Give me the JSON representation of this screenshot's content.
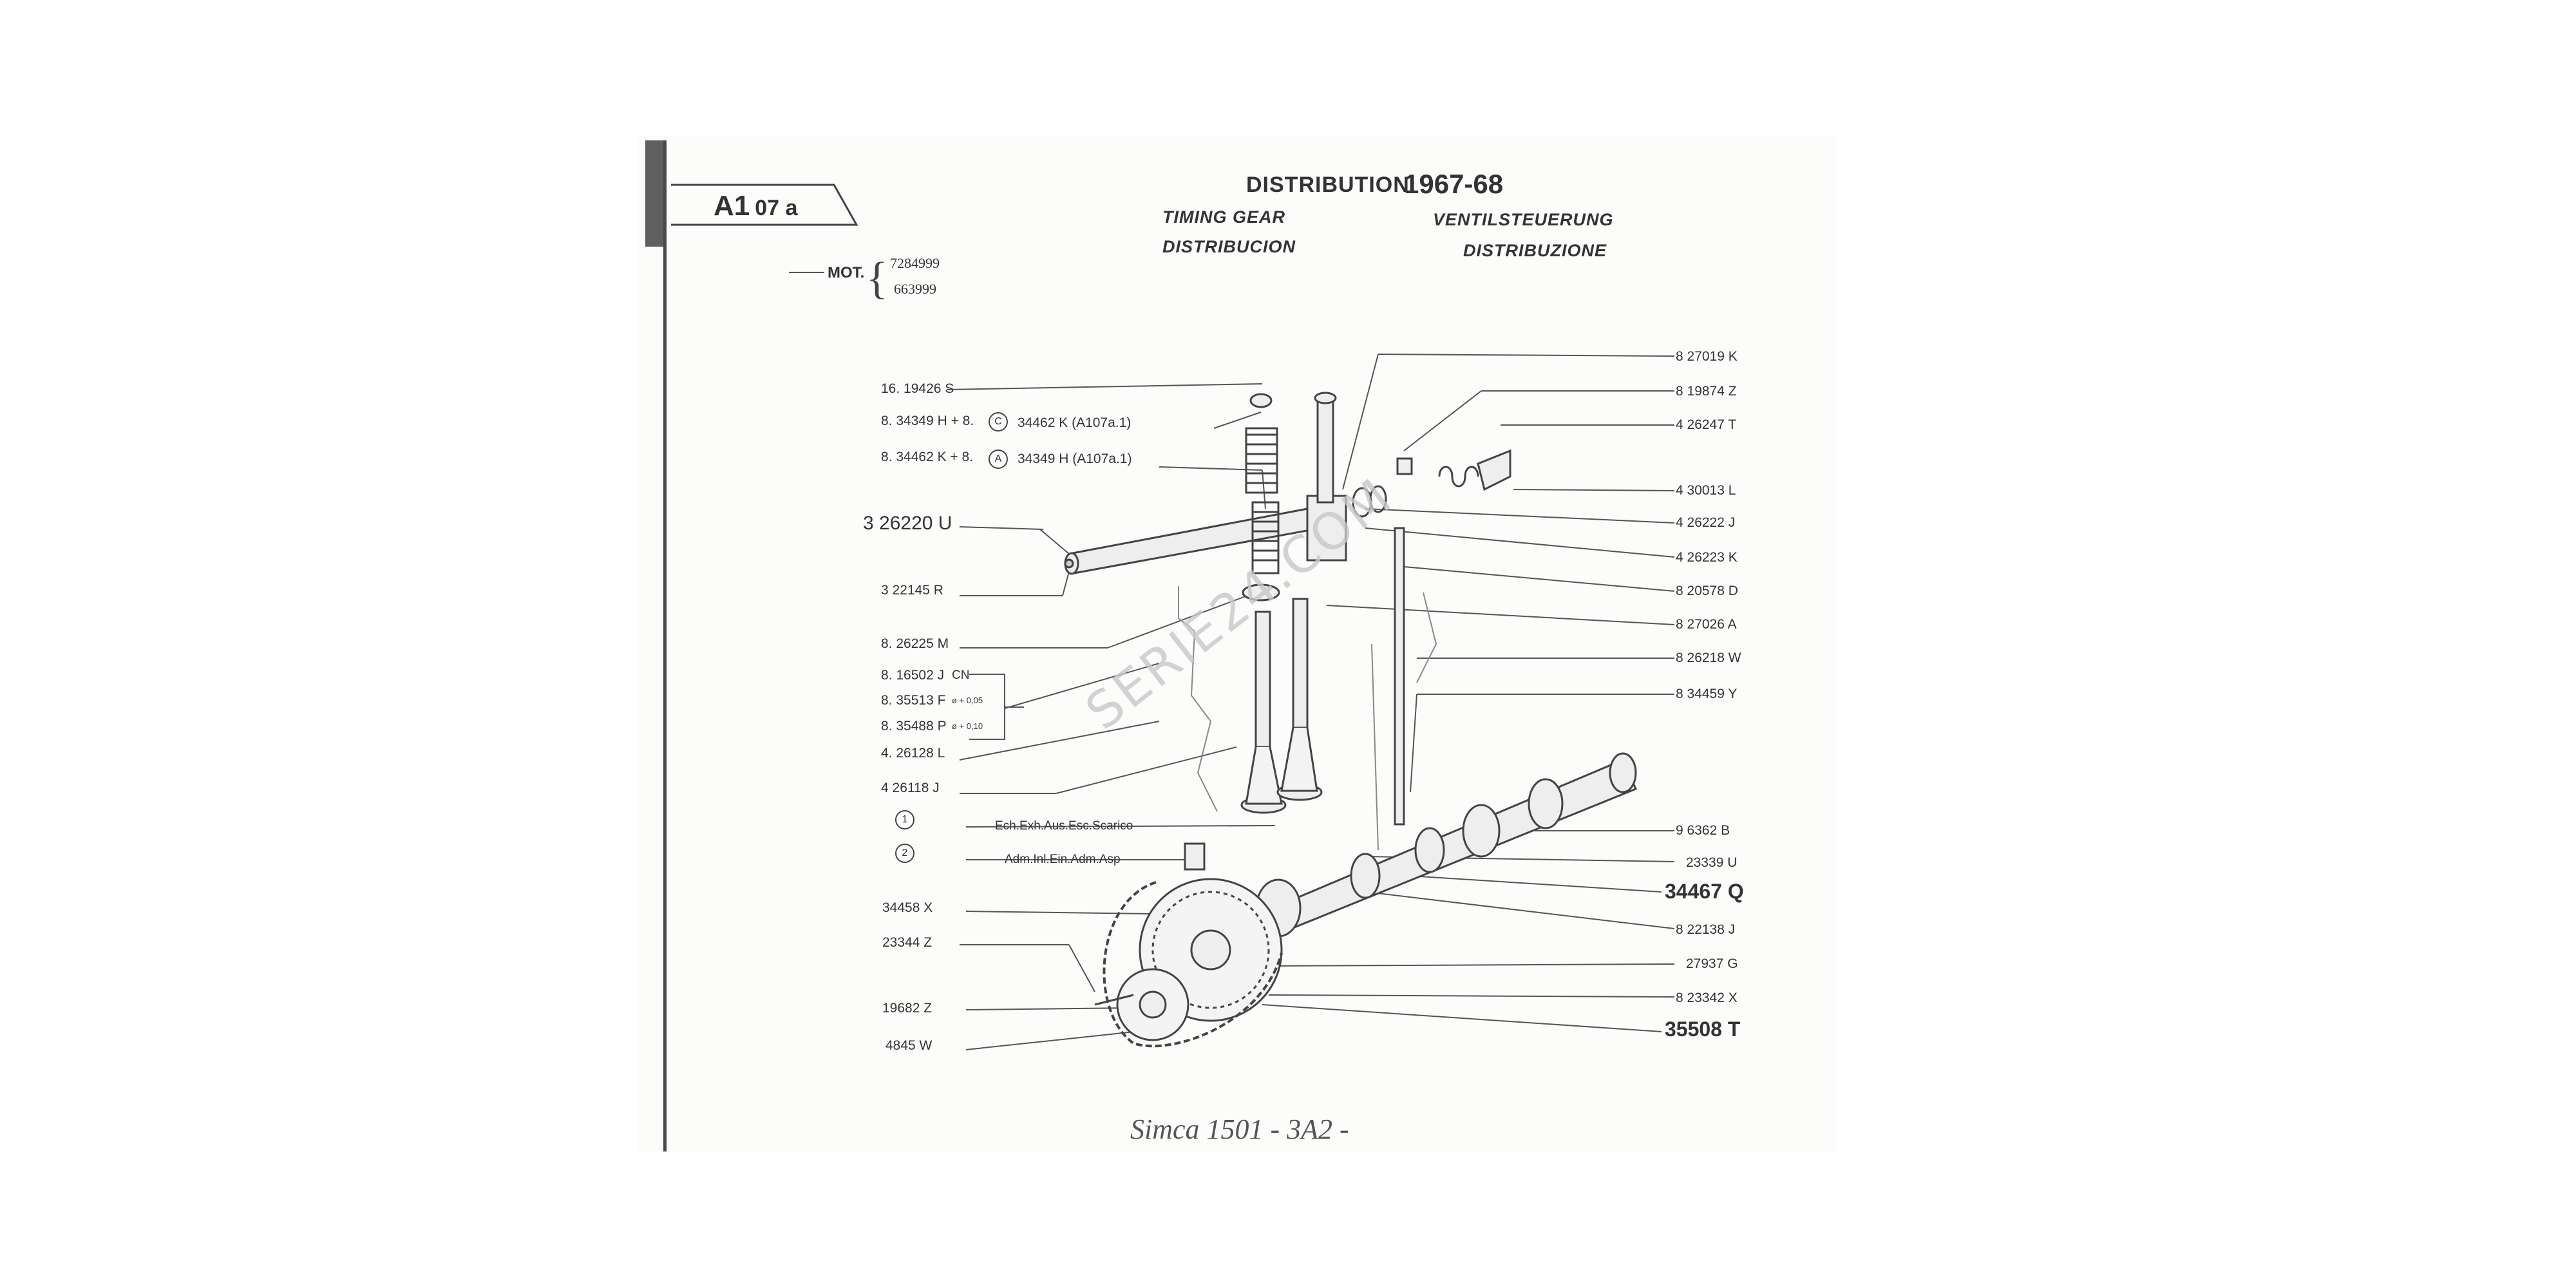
{
  "page": {
    "code": "A1",
    "code_sub": "07 a",
    "title": "DISTRIBUTION",
    "year": "1967-68",
    "titles": {
      "en": "TIMING GEAR",
      "de": "VENTILSTEUERUNG",
      "es": "DISTRIBUCION",
      "it": "DISTRIBUZIONE"
    },
    "mot_label": "MOT.",
    "mot_numbers": [
      "7284999",
      "663999"
    ],
    "watermark": "SERIE24.COM",
    "signature": "Simca 1501 - 3A2 -"
  },
  "left_labels": [
    "16. 19426  S",
    "8. 34349  H + 8.",
    "8. 34462  K + 8.",
    "3 26220  U",
    "3 22145  R",
    "8. 26225  M",
    "8. 16502  J",
    "8. 35513  F",
    "8. 35488  P",
    "4. 26128  L",
    "4 26118  J",
    "34458  X",
    "23344  Z",
    "19682  Z",
    "4845  W"
  ],
  "inline_refs": [
    "34462 K (A107a.1)",
    "34349 H (A107a.1)"
  ],
  "inline_marks": [
    "C",
    "A"
  ],
  "oversize": [
    "CN",
    "ø + 0,05",
    "ø + 0,10"
  ],
  "exhaust_intake": [
    {
      "mark": "1",
      "text": "Ech.Exh.Aus.Esc.Scarico"
    },
    {
      "mark": "2",
      "text": "Adm.Inl.Ein.Adm.Asp"
    }
  ],
  "right_labels": [
    "8 27019  K",
    "8 19874  Z",
    "4 26247  T",
    "4 30013  L",
    "4 26222  J",
    "4 26223  K",
    "8 20578  D",
    "8 27026  A",
    "8 26218  W",
    "8 34459  Y",
    "9 6362  B",
    "23339  U",
    "34467  Q",
    "8 22138  J",
    "27937  G",
    "8 23342  X",
    "35508  T"
  ]
}
